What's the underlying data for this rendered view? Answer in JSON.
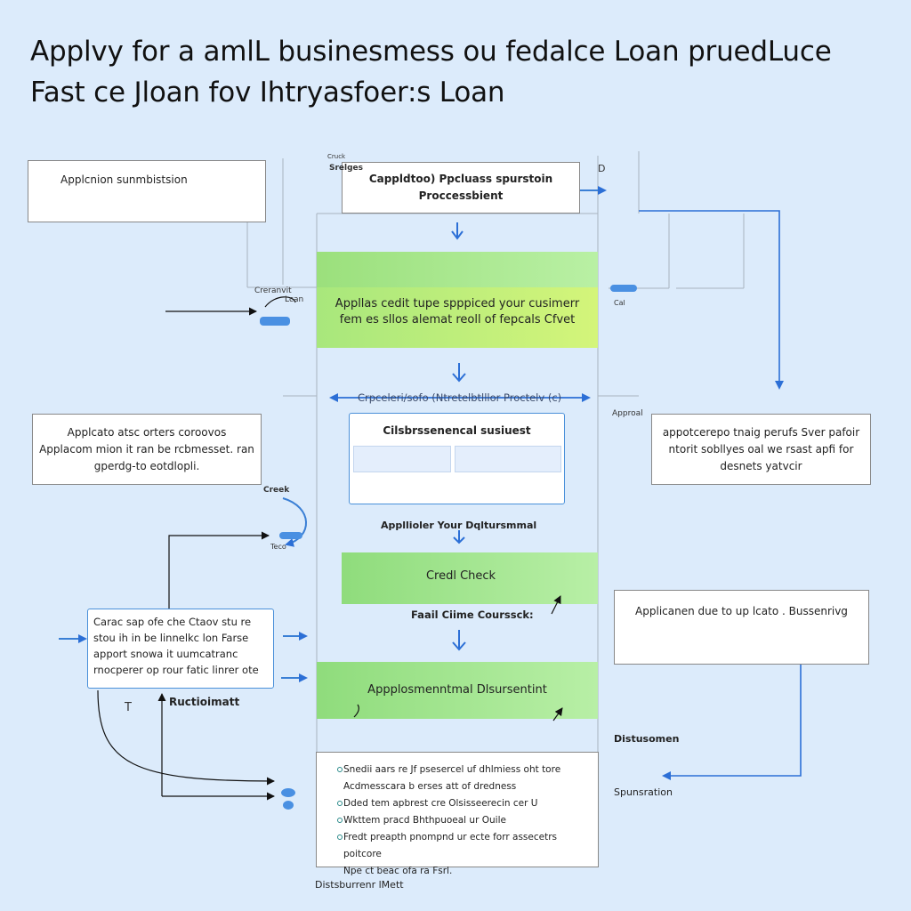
{
  "title": {
    "line1": "Applvy for a amlL businesmess ou fedalce Loan pruedLuce",
    "line2": "Fast ce Jloan fov Ihtryasfoer:s Loan"
  },
  "boxes": {
    "application_submission": "Applcnion sunmbistsion",
    "processment_line1": "Cappldtoo) Ppcluass spurstoin",
    "processment_line2": "Proccessbient",
    "green_band_line1": "Appllas cedit tupe spppiced your cusimerr",
    "green_band_line2": "fem es sllos alemat reoll of fepcals Cfvet",
    "left_info_line1": "Applcato atsc orters coroovos",
    "left_info_line2": "Applacom mion it ran be rcbmesset. ran",
    "left_info_line3": "gperdg-to eotdlopli.",
    "center_form_title": "Cilsbrssenencal susiuest",
    "right_info_line1": "appotcerepo tnaig perufs Sver pafoir",
    "right_info_line2": "ntorit sobllyes oal we rsast apfi for",
    "right_info_line3": "desnets yatvcir",
    "credit_check": "Credl Check",
    "right_due": "Applicanen due to up lcato . Bussenrivg",
    "left_blue_line1": "Carac sap ofe che Ctaov stu re",
    "left_blue_line2": "stou ih in be linnelkc lon Farse",
    "left_blue_line3": "apport snowa it uumcatranc",
    "left_blue_line4": "rnocperer op rour fatic linrer ote",
    "disbursement_band": "Appplosmenntmal Dlsursentint"
  },
  "bullets": [
    {
      "line1": "Snedii aars re Jf psesercel uf dhlmiess oht tore",
      "line2": "Acdmesscara b erses att of dredness"
    },
    {
      "line1": "Dded tem apbrest cre Olsisseerecin cer U",
      "line2": ""
    },
    {
      "line1": "Wkttem pracd Bhthpuoeal ur Ouile",
      "line2": ""
    },
    {
      "line1": "Fredt preapth pnompnd ur ecte forr assecetrs poitcore",
      "line2": "Npe ct beac ofa ra Fsrl."
    }
  ],
  "labels": {
    "crack_top": "Cruck",
    "spelges": "Srelges",
    "d_mark": "D",
    "grenwt": "Creranvit",
    "loan_small": "Lcan",
    "cal": "Cal",
    "arrow_band_text": "Crpceleri/sofo (Ntretelbtlllor Proctelv (c)",
    "approval": "Approal",
    "creek": "Creek",
    "teco": "Teco",
    "disbursement_label": "Appllioler Your Dqltursmmal",
    "faill_time": "Faail Ciime Courssck:",
    "ructioimatt": "Ructioimatt",
    "t_mark": "T",
    "distusomen": "Distusomen",
    "spunsration": "Spunsration",
    "disbursement_met": "Distsburrenr lMett"
  },
  "colors": {
    "background": "#dcebfb",
    "accent_blue": "#3a7fd5",
    "band_green": "#b0ea9c",
    "band_green_bright": "#c8f07a"
  }
}
